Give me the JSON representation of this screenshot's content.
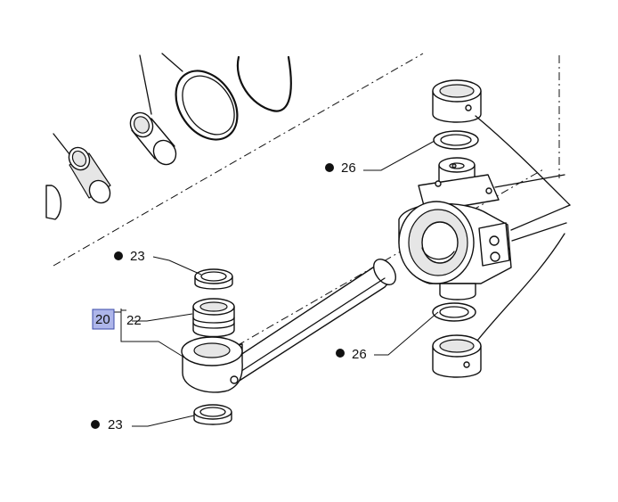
{
  "callouts": {
    "top_23": "23",
    "part_20": "20",
    "part_22": "22",
    "bottom_23": "23",
    "upper_26": "26",
    "lower_26": "26"
  },
  "colors": {
    "highlight_fill": "#aeb6ea",
    "highlight_stroke": "#3a4aa8",
    "line": "#111111"
  }
}
